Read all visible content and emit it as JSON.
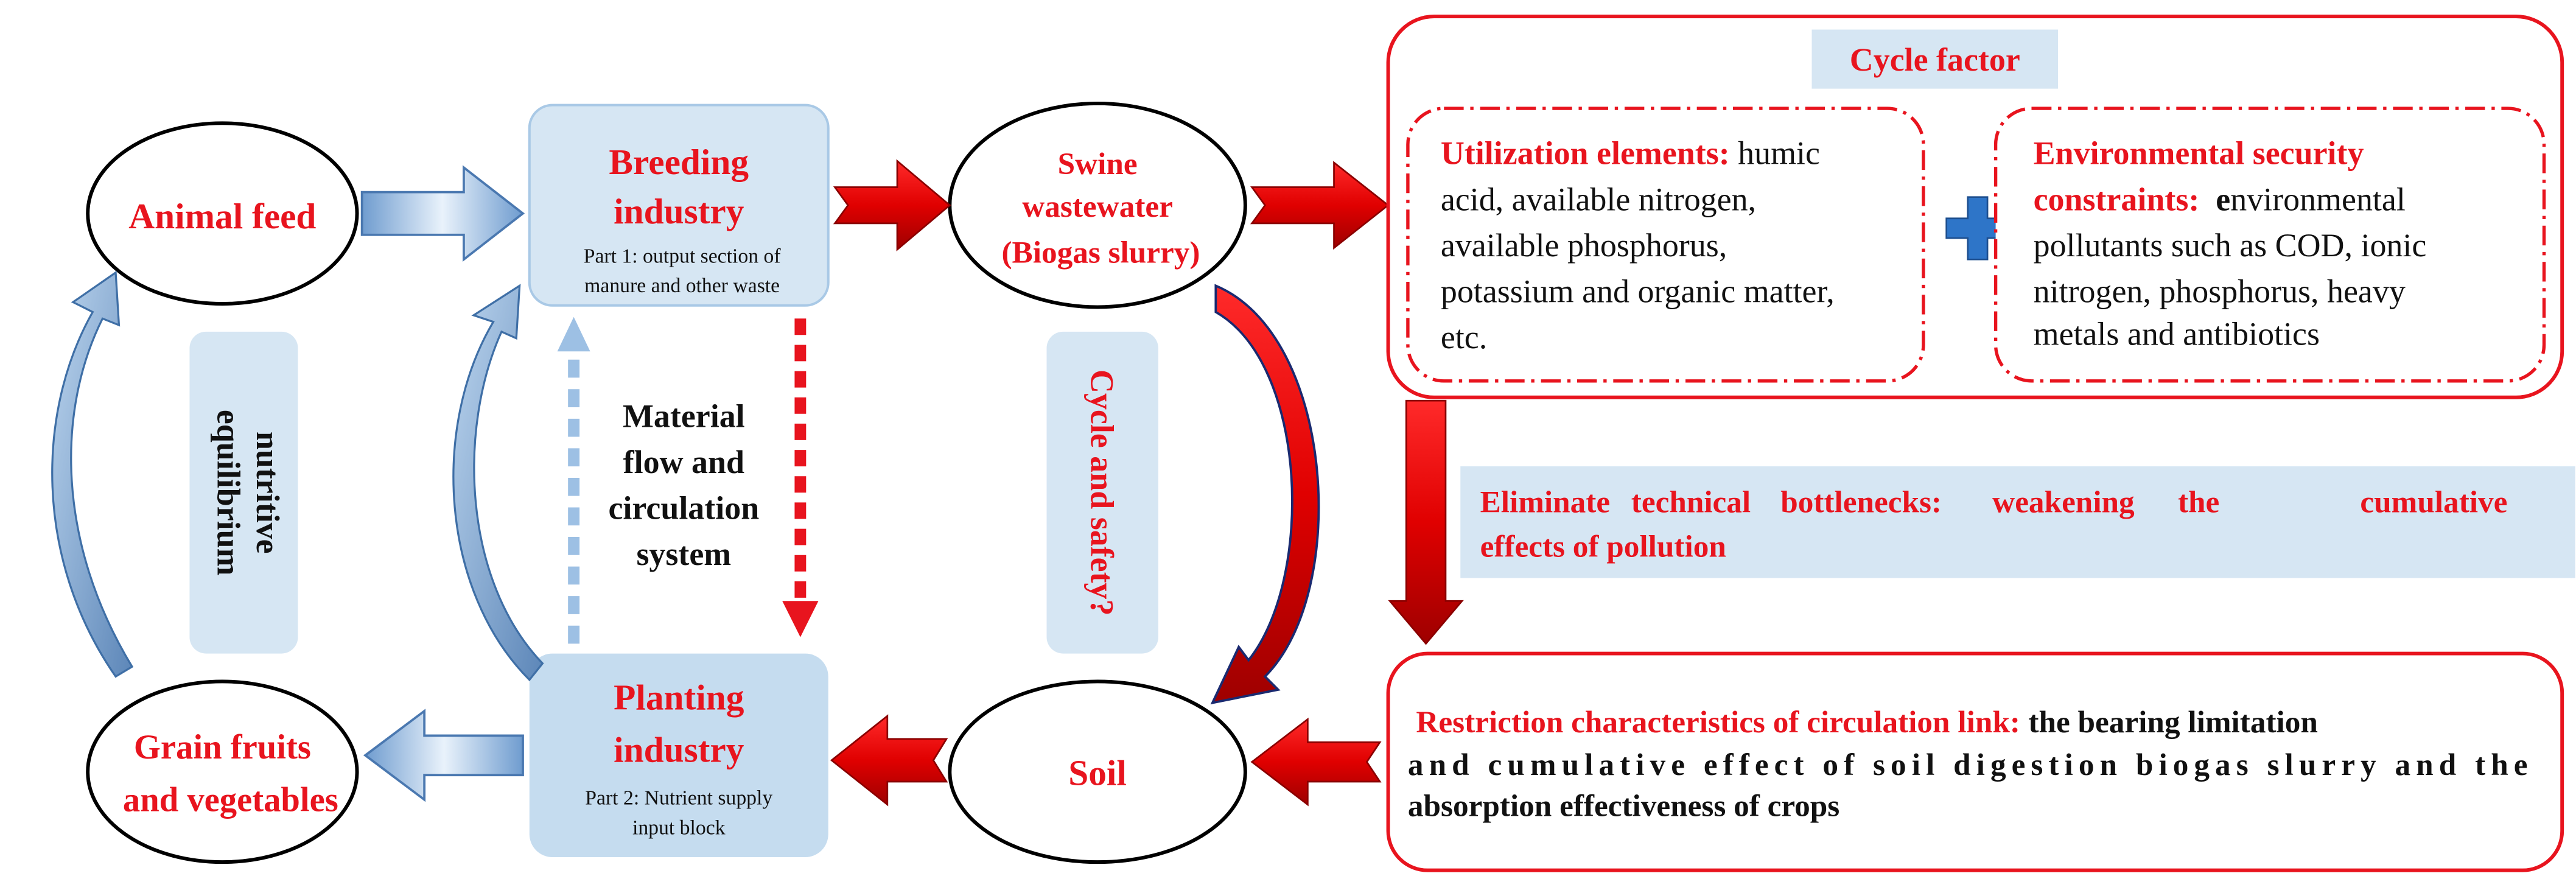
{
  "nodes": {
    "animal_feed": "Animal feed",
    "breeding_line1": "Breeding",
    "breeding_line2": "industry",
    "breeding_part_line1": "Part 1: output section of",
    "breeding_part_line2": "manure and other waste",
    "swine_line1": "Swine",
    "swine_line2": "wastewater",
    "swine_line3": "(Biogas slurry)",
    "grain_line1": "Grain fruits",
    "grain_line2": "and vegetables",
    "planting_line1": "Planting",
    "planting_line2": "industry",
    "planting_part_line1": "Part 2: Nutrient supply",
    "planting_part_line2": "input block",
    "soil": "Soil"
  },
  "labels": {
    "nutritive_line1": "nutritive",
    "nutritive_line2": "equilibrium",
    "material_line1": "Material",
    "material_line2": "flow and",
    "material_line3": "circulation",
    "material_line4": "system",
    "cycle_safety": "Cycle and safety?"
  },
  "cycle_factor": {
    "title": "Cycle factor",
    "utilization_label": "Utilization elements:",
    "utilization_line1": "humic",
    "utilization_line2": "acid, available nitrogen,",
    "utilization_line3": "available phosphorus,",
    "utilization_line4": "potassium and organic matter,",
    "utilization_line5": "etc.",
    "environmental_label_line1": "Environmental security",
    "environmental_label_line2": "constraints:",
    "environmental_line1_first": "e",
    "environmental_line1_rest": "nvironmental",
    "environmental_line2": "pollutants such as COD, ionic",
    "environmental_line3": "nitrogen, phosphorus, heavy",
    "environmental_line4": "metals and antibiotics"
  },
  "eliminate": {
    "line1_w1": "Eliminate",
    "line1_w2": "technical",
    "line1_w3": "bottlenecks:",
    "line1_w4": "weakening",
    "line1_w5": "the",
    "line1_w6": "cumulative",
    "line2": "effects of pollution"
  },
  "restriction": {
    "label": "Restriction characteristics of circulation link:",
    "line1_rest": "the bearing limitation",
    "line2": "and cumulative effect of soil digestion biogas slurry and the",
    "line3": "absorption effectiveness of crops"
  },
  "colors": {
    "red": "#e8141e",
    "light_blue": "#d6e6f3",
    "arrow_blue": "#9dc0e4",
    "panel_blue": "#c5dcef",
    "plus_blue": "#2e75c8"
  }
}
